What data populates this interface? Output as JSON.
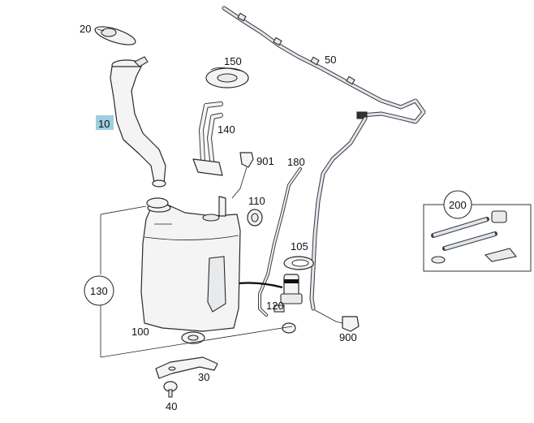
{
  "labels": {
    "p10": "10",
    "p20": "20",
    "p30": "30",
    "p40": "40",
    "p50": "50",
    "p100": "100",
    "p105": "105",
    "p110": "110",
    "p120": "120",
    "p130": "130",
    "p140": "140",
    "p150": "150",
    "p180": "180",
    "p200": "200",
    "p900": "900",
    "p901": "901"
  },
  "colors": {
    "highlight": "#9ecfe0",
    "hose_outline": "#3a3a3a",
    "hose_fill": "#dfe6ee",
    "line": "#222222"
  }
}
